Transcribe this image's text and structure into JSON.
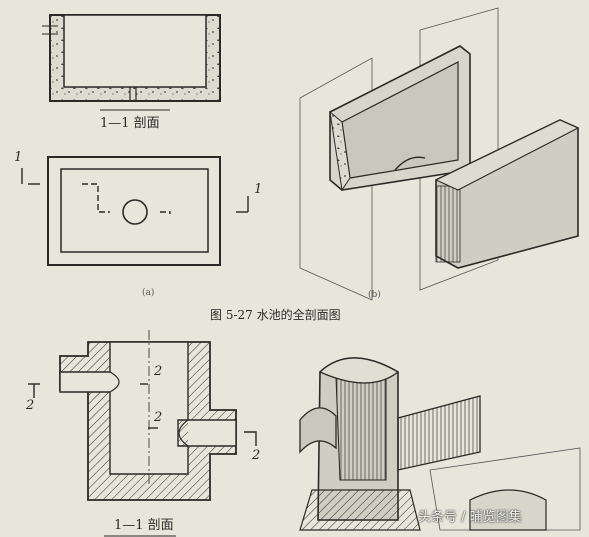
{
  "top_section_label": "1—1 剖面",
  "top_cut_marker_left": "1",
  "top_cut_marker_right": "1",
  "sub_label_a": "(a)",
  "sub_label_b": "(b)",
  "figure_caption": "图 5-27   水池的全剖面图",
  "bottom_cut_marker_1": "2",
  "bottom_cut_marker_2": "2",
  "bottom_cut_marker_3": "2",
  "bottom_cut_marker_4": "2",
  "bottom_section_label": "1—1 剖面",
  "watermark": "头条号 / 晡览图集",
  "colors": {
    "paper": "#e7e6da",
    "ink": "#2a2a26"
  }
}
